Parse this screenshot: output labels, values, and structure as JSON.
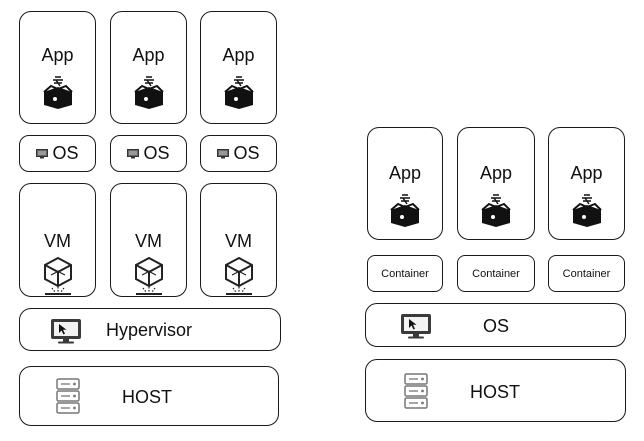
{
  "vm_stack": {
    "apps": [
      {
        "label": "App"
      },
      {
        "label": "App"
      },
      {
        "label": "App"
      }
    ],
    "oses": [
      {
        "label": "OS"
      },
      {
        "label": "OS"
      },
      {
        "label": "OS"
      }
    ],
    "vms": [
      {
        "label": "VM"
      },
      {
        "label": "VM"
      },
      {
        "label": "VM"
      }
    ],
    "hypervisor": {
      "label": "Hypervisor"
    },
    "host": {
      "label": "HOST"
    }
  },
  "container_stack": {
    "apps": [
      {
        "label": "App"
      },
      {
        "label": "App"
      },
      {
        "label": "App"
      }
    ],
    "containers": [
      {
        "label": "Container"
      },
      {
        "label": "Container"
      },
      {
        "label": "Container"
      }
    ],
    "os": {
      "label": "OS"
    },
    "host": {
      "label": "HOST"
    }
  },
  "icons": {
    "app": "app-package-icon",
    "os_small": "monitor-mini-icon",
    "vm": "vm-cube-icon",
    "hypervisor": "monitor-cursor-icon",
    "os_large": "monitor-cursor-icon",
    "host": "server-icon"
  }
}
